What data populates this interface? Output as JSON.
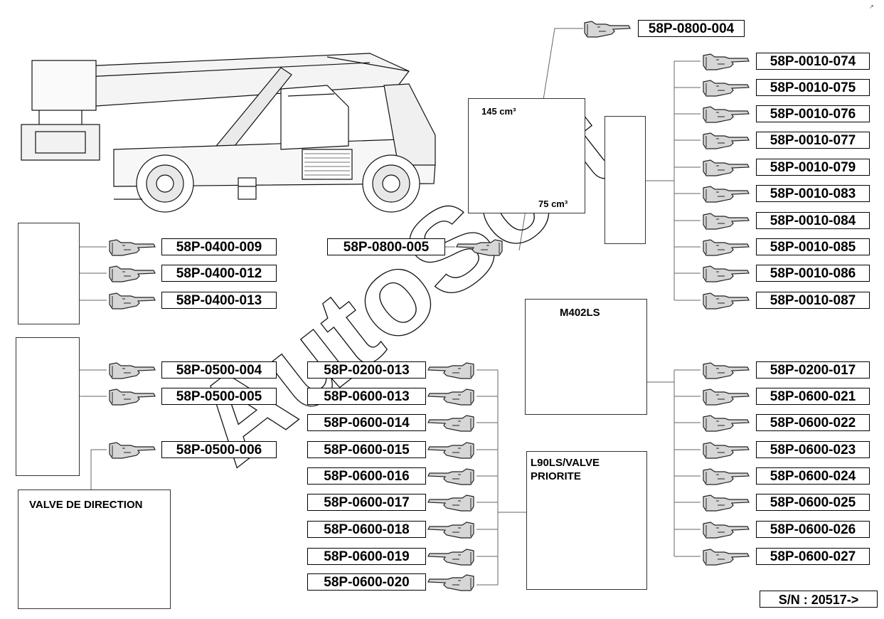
{
  "boxes": {
    "steering_valve_title": "VALVE DE DIRECTION",
    "m402_title": "M402LS",
    "l90_title": "L90LS/VALVE PRIORITE",
    "motor_volume_large": "145 cm³",
    "motor_volume_small": "75 cm³"
  },
  "labels": {
    "top": "58P-0800-004",
    "motor": "58P-0800-005",
    "filter": [
      "58P-0400-009",
      "58P-0400-012",
      "58P-0400-013"
    ],
    "accumulator": [
      "58P-0500-004",
      "58P-0500-005",
      "58P-0500-006"
    ],
    "middle": [
      "58P-0200-013",
      "58P-0600-013",
      "58P-0600-014",
      "58P-0600-015",
      "58P-0600-016",
      "58P-0600-017",
      "58P-0600-018",
      "58P-0600-019",
      "58P-0600-020"
    ],
    "right_upper": [
      "58P-0010-074",
      "58P-0010-075",
      "58P-0010-076",
      "58P-0010-077",
      "58P-0010-079",
      "58P-0010-083",
      "58P-0010-084",
      "58P-0010-085",
      "58P-0010-086",
      "58P-0010-087"
    ],
    "right_lower": [
      "58P-0200-017",
      "58P-0600-021",
      "58P-0600-022",
      "58P-0600-023",
      "58P-0600-024",
      "58P-0600-025",
      "58P-0600-026",
      "58P-0600-027"
    ]
  },
  "serial": "S/N :   20517->",
  "watermark": "AutoSoft"
}
